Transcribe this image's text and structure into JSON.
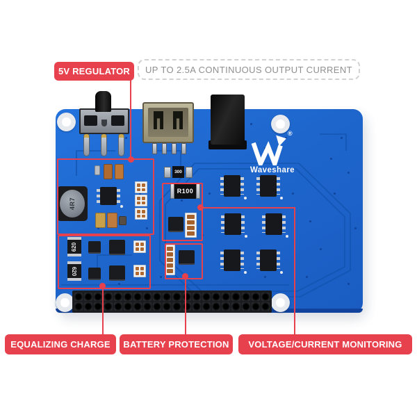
{
  "annotations": {
    "accent_color": "#e8414e",
    "top": {
      "label": "5V REGULATOR",
      "note": "UP TO 2.5A CONTINUOUS OUTPUT CURRENT"
    },
    "bottom": [
      {
        "label": "EQUALIZING CHARGE"
      },
      {
        "label": "BATTERY PROTECTION"
      },
      {
        "label": "VOLTAGE/CURRENT MONITORING"
      }
    ]
  },
  "board": {
    "brand": "Waveshare",
    "registered_mark": "®",
    "colors": {
      "pcb": "#1e66cc",
      "trace": "#1254b0",
      "note_text": "#8f8f8f"
    },
    "silkscreen": {
      "inductor": "4R7",
      "shunt_resistor": "R100",
      "resistor_top": "620",
      "resistor_bottom": "620",
      "cap_marking": "300"
    }
  },
  "gpio": {
    "pins": 40,
    "columns": 20,
    "rows": 2
  }
}
